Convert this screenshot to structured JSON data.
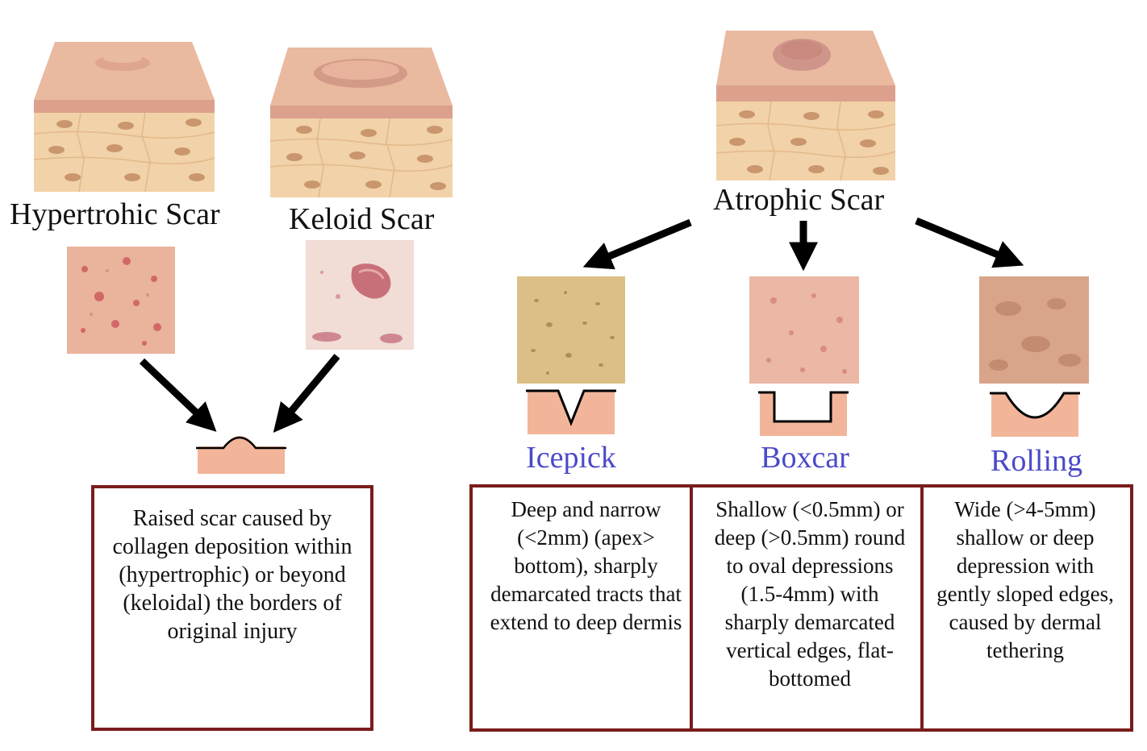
{
  "colors": {
    "skin_top": "#e9b9a0",
    "skin_band": "#dca08c",
    "tissue": "#f2d2a8",
    "tissue_line": "#e2b98a",
    "cell": "#c9966e",
    "profile_fill": "#f2b59a",
    "box_border": "#7a1c1c",
    "type_label": "#4a4ac8",
    "arrow": "#000000"
  },
  "raised": {
    "hypertrophic": {
      "label": "Hypertrohic Scar"
    },
    "keloid": {
      "label": "Keloid Scar"
    },
    "description": "Raised scar caused by collagen deposition within (hypertrophic) or beyond (keloidal) the borders of original injury"
  },
  "atrophic": {
    "label": "Atrophic Scar",
    "types": [
      {
        "name": "Icepick",
        "profile": "v-shape",
        "description": "Deep and narrow (<2mm) (apex> bottom), sharply demarcated tracts that extend to deep dermis"
      },
      {
        "name": "Boxcar",
        "profile": "box-shape",
        "description": "Shallow (<0.5mm) or deep (>0.5mm) round to oval depressions (1.5-4mm) with sharply demarcated vertical edges, flat-bottomed"
      },
      {
        "name": "Rolling",
        "profile": "u-shape",
        "description": "Wide (>4-5mm) shallow or deep depression with gently sloped edges, caused by dermal tethering"
      }
    ]
  }
}
